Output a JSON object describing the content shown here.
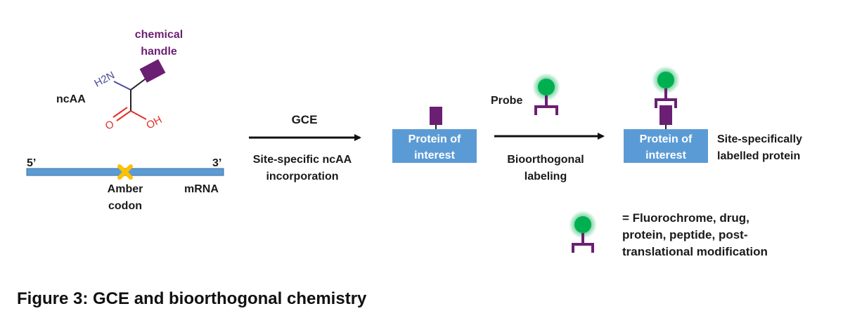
{
  "colors": {
    "handle": "#6b1f73",
    "mrna": "#5b9bd5",
    "amber": "#ffc000",
    "probe": "#00b050",
    "protein_box": "#5b9bd5",
    "amine": "#4a4a9c",
    "acid": "#e0302a",
    "bond": "#222222"
  },
  "ncaa": {
    "handle_label_line1": "chemical",
    "handle_label_line2": "handle",
    "label": "ncAA",
    "amine": "H2N",
    "hydroxyl": "OH",
    "carbonyl_o": "O"
  },
  "mrna": {
    "five_prime": "5’",
    "three_prime": "3’",
    "amber_line1": "Amber",
    "amber_line2": "codon",
    "label": "mRNA"
  },
  "step1": {
    "above": "GCE",
    "below_line1": "Site-specific ncAA",
    "below_line2": "incorporation"
  },
  "protein": {
    "line1": "Protein of",
    "line2": "interest"
  },
  "step2": {
    "probe_label": "Probe",
    "below_line1": "Bioorthogonal",
    "below_line2": "labeling"
  },
  "result": {
    "line1": "Site-specifically",
    "line2": "labelled protein"
  },
  "legend": {
    "line1": "= Fluorochrome, drug,",
    "line2": "protein, peptide, post-",
    "line3": "translational modification"
  },
  "caption": "Figure 3: GCE and bioorthogonal chemistry"
}
